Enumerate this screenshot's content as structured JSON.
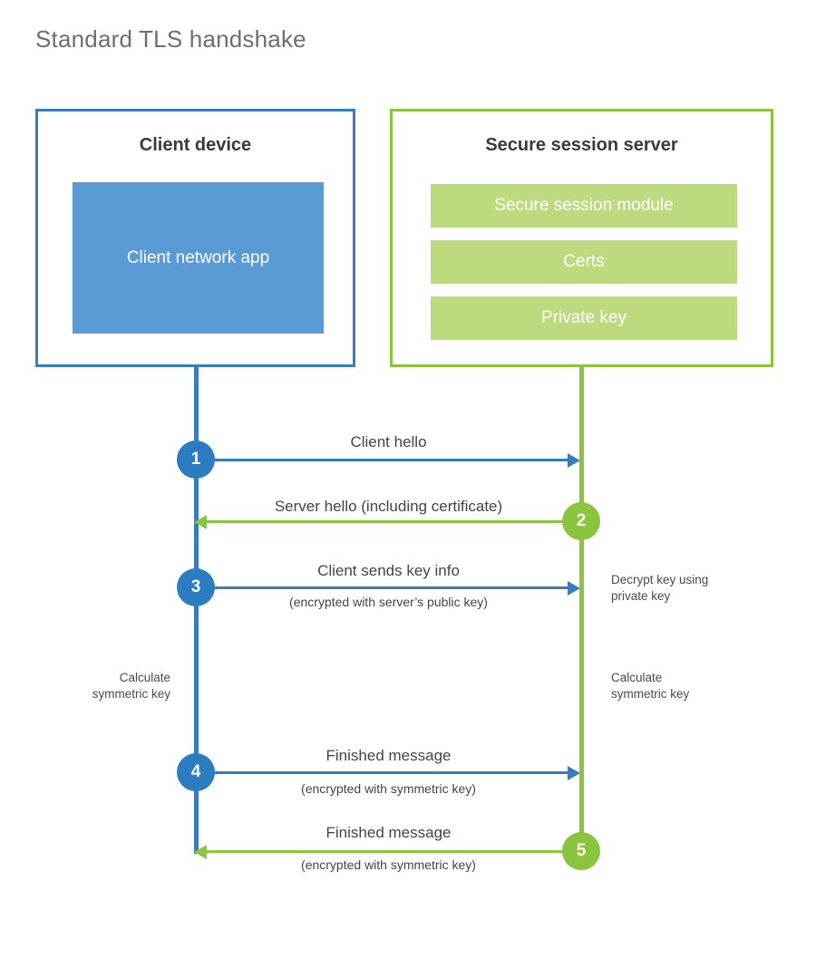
{
  "title": "Standard TLS handshake",
  "colors": {
    "client_border": "#3b7cbf",
    "client_fill": "#5b9bd5",
    "client_step": "#2b7cc0",
    "server_border": "#8bc53f",
    "server_fill": "#bddb7e",
    "server_step": "#8bc53f",
    "title_text": "#6e6e6e",
    "body_text": "#444444",
    "background": "#ffffff"
  },
  "client": {
    "title": "Client device",
    "app_label": "Client network app"
  },
  "server": {
    "title": "Secure session server",
    "modules": [
      {
        "label": "Secure session module"
      },
      {
        "label": "Certs"
      },
      {
        "label": "Private key"
      }
    ]
  },
  "steps": [
    {
      "number": "1",
      "label": "Client hello",
      "sublabel": "",
      "direction": "client-to-server",
      "color": "blue"
    },
    {
      "number": "2",
      "label": "Server hello (including certificate)",
      "sublabel": "",
      "direction": "server-to-client",
      "color": "green"
    },
    {
      "number": "3",
      "label": "Client sends key info",
      "sublabel": "(encrypted with server’s public key)",
      "direction": "client-to-server",
      "color": "blue"
    },
    {
      "number": "4",
      "label": "Finished message",
      "sublabel": "(encrypted with symmetric key)",
      "direction": "client-to-server",
      "color": "blue"
    },
    {
      "number": "5",
      "label": "Finished message",
      "sublabel": "(encrypted with symmetric key)",
      "direction": "server-to-client",
      "color": "green"
    }
  ],
  "notes": {
    "decrypt_line1": "Decrypt key using",
    "decrypt_line2": "private key",
    "client_calc_line1": "Calculate",
    "client_calc_line2": "symmetric key",
    "server_calc_line1": "Calculate",
    "server_calc_line2": "symmetric key"
  }
}
